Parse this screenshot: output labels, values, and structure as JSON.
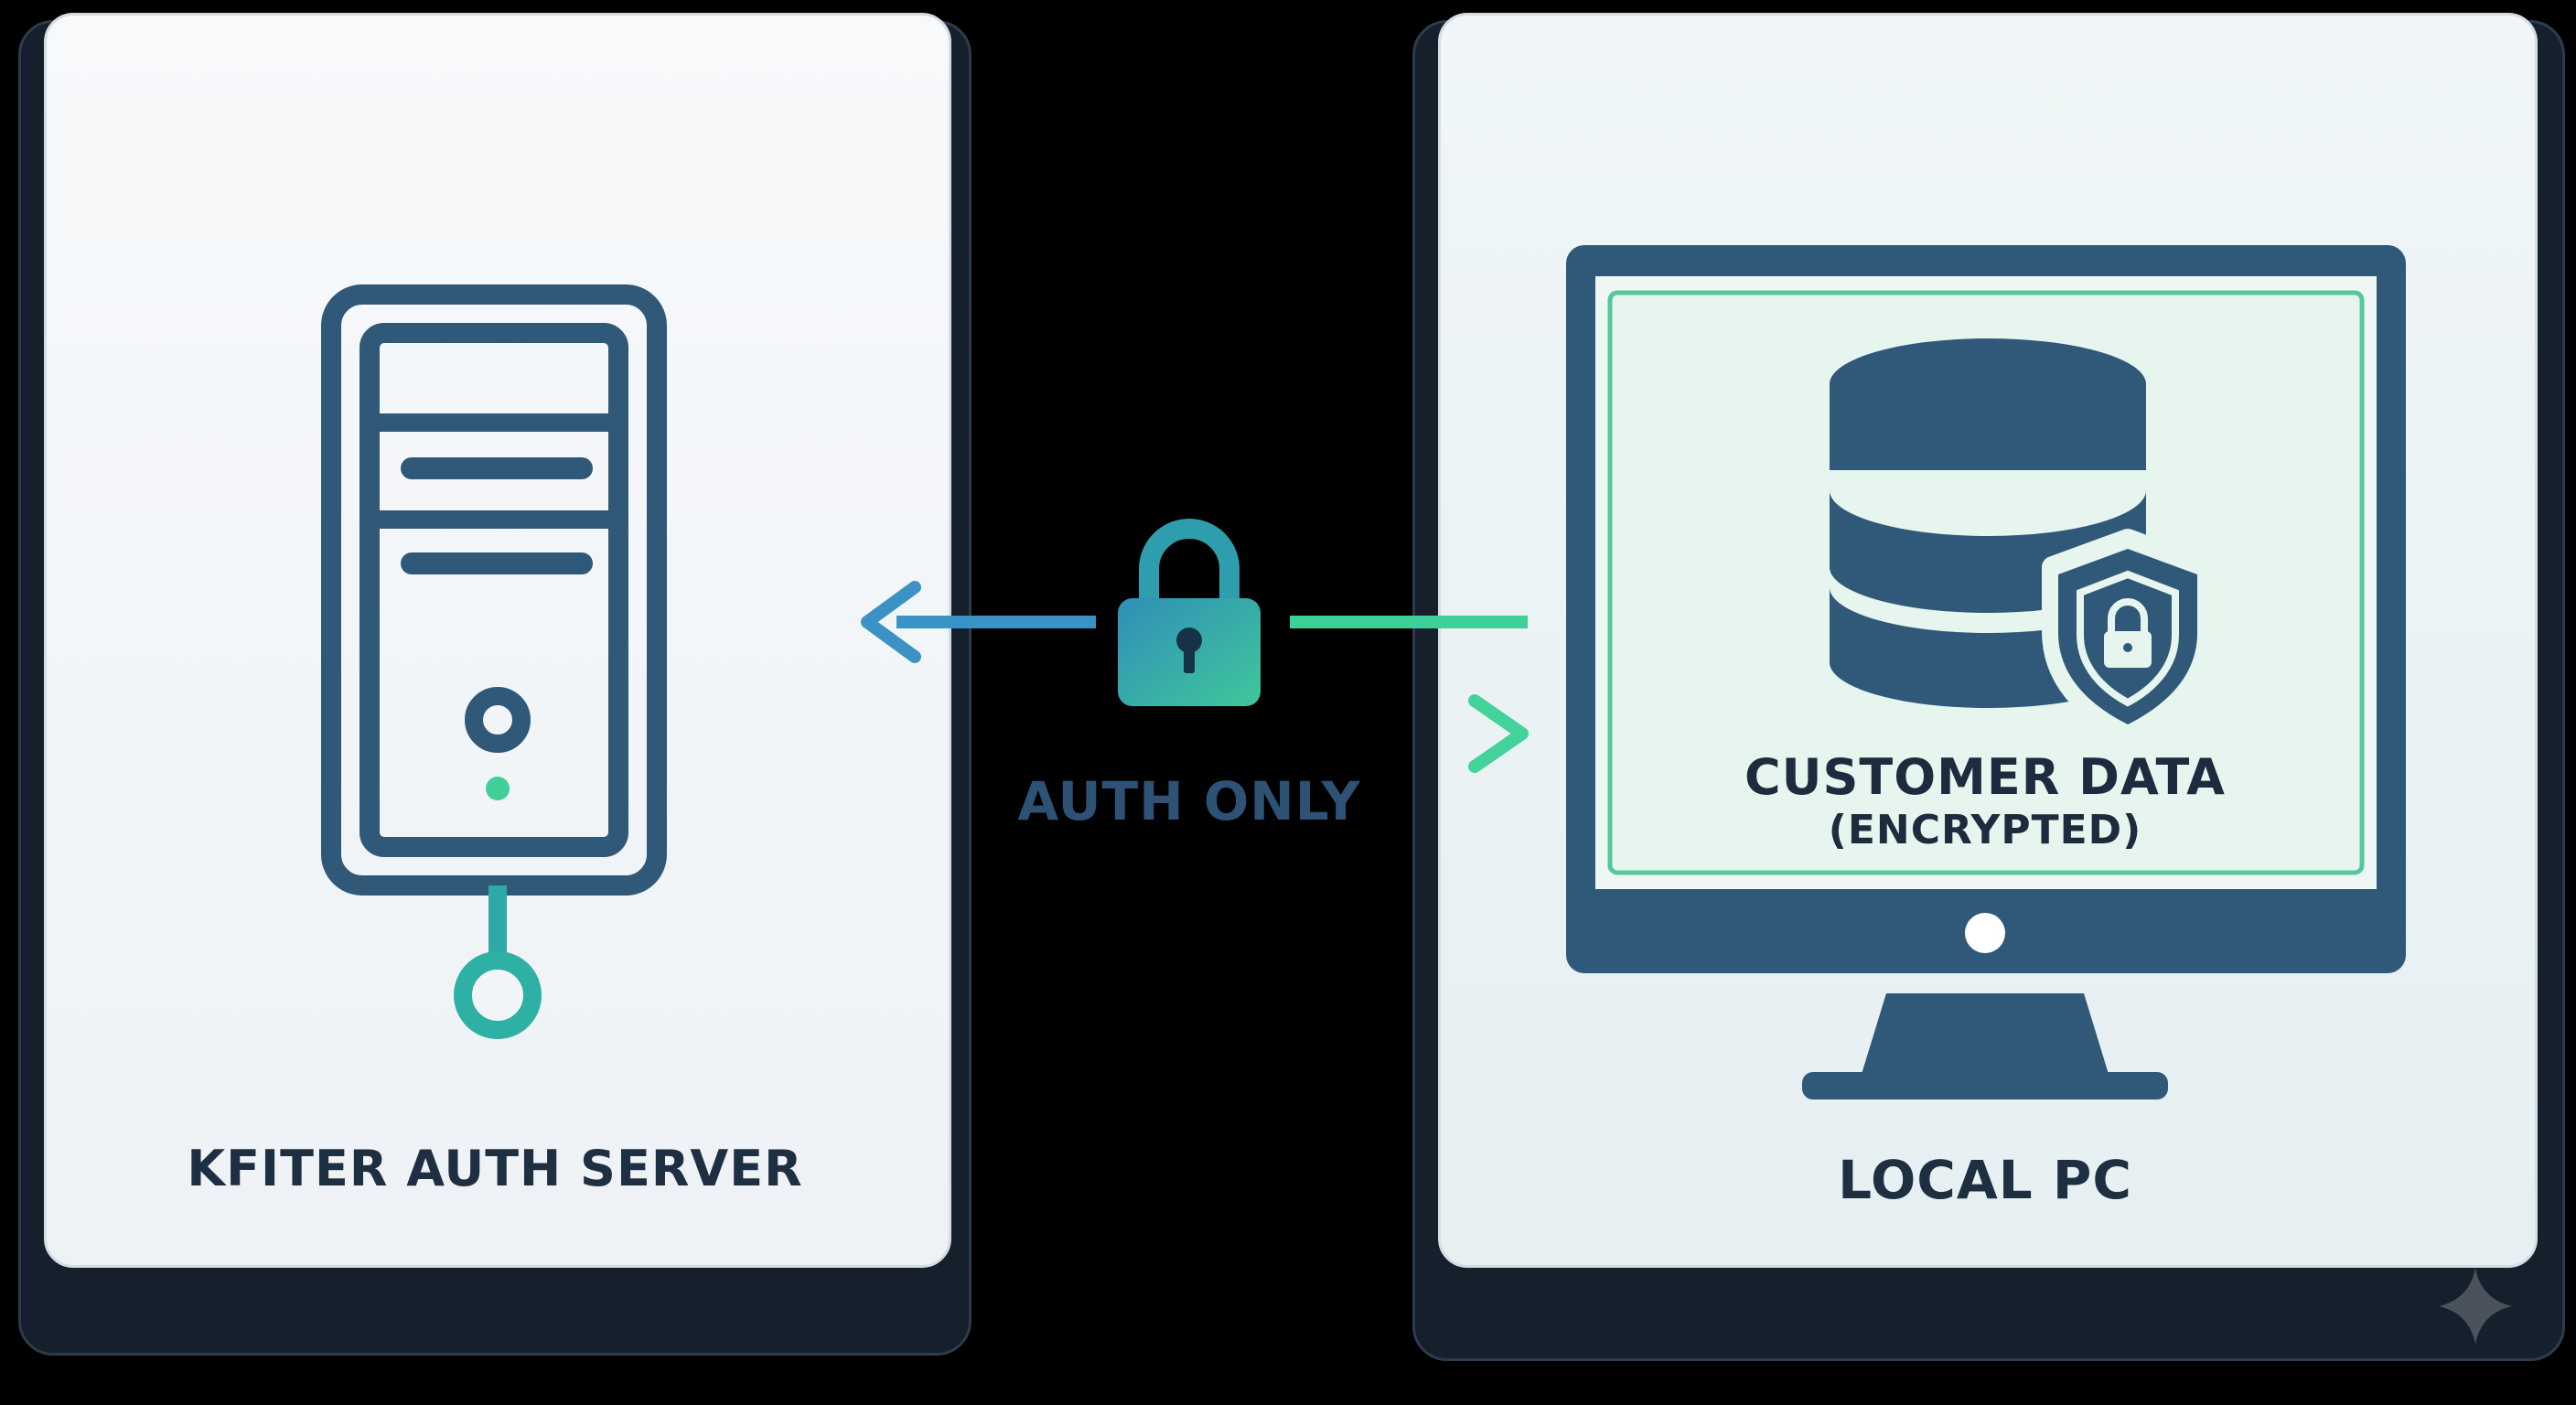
{
  "auth_server": {
    "label": "KFITER AUTH SERVER"
  },
  "connection": {
    "label": "AUTH ONLY"
  },
  "local_pc": {
    "label": "LOCAL PC",
    "data_title": "CUSTOMER DATA",
    "data_subtitle": "(ENCRYPTED)"
  },
  "colors": {
    "navy": "#305878",
    "teal": "#2aa39b",
    "green": "#44d69a",
    "blue": "#3b8fc6"
  },
  "icons": [
    "server-icon",
    "network-icon",
    "padlock-icon",
    "monitor-icon",
    "database-icon",
    "shield-lock-icon",
    "sparkle-icon"
  ]
}
